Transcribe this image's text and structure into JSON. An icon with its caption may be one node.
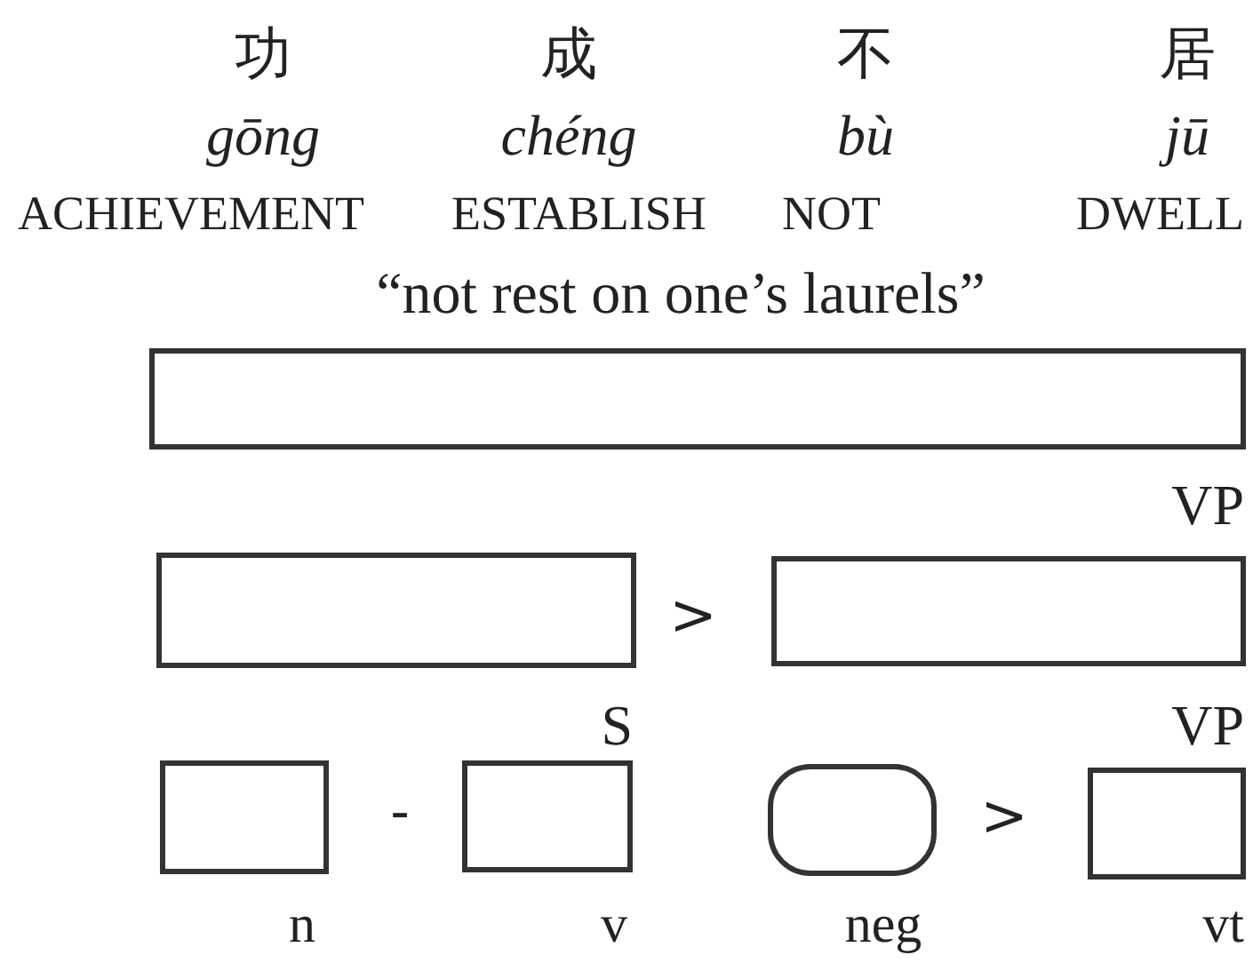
{
  "diagram": {
    "nodes": [
      {
        "text": [],
        "shape": "box",
        "beside": [
          "VP"
        ]
      },
      {
        "text": [],
        "shape": "box",
        "beside": [
          "S"
        ]
      },
      {
        "text": [],
        "shape": "box",
        "beside": [
          "VP"
        ]
      },
      {
        "text": [],
        "shape": "box",
        "beside": [
          "n"
        ]
      },
      {
        "text": [],
        "shape": "box",
        "beside": [
          "v"
        ]
      },
      {
        "text": [],
        "shape": "rounded",
        "beside": [
          "neg"
        ]
      },
      {
        "text": [],
        "shape": "box",
        "beside": [
          "vt"
        ]
      }
    ],
    "labels": [
      "功",
      "成",
      "不",
      "居",
      "gōng",
      "chéng",
      "bù",
      "jū",
      "ACHIEVEMENT",
      "ESTABLISH",
      "NOT",
      "DWELL",
      "“not rest on one’s laurels”",
      ">",
      "-",
      ">"
    ]
  }
}
